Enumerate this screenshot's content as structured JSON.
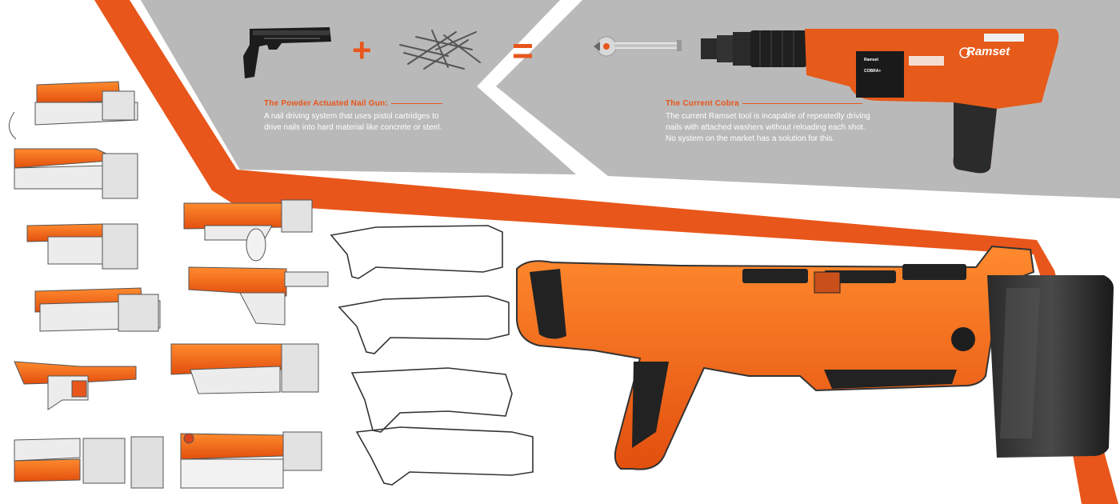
{
  "captions": {
    "powder": {
      "title": "The Powder Actuated Nail Gun:",
      "lines": [
        "A nail driving system that uses pistol cartridges to",
        "drive nails into hard material like concrete or steel."
      ]
    },
    "cobra": {
      "title": "The Current Cobra",
      "lines": [
        "The current Ramset tool is incapable of repeatedly driving",
        "nails with attached washers without reloading each shot.",
        "No system on the market has a solution for this."
      ]
    }
  },
  "equation": {
    "plus": "+",
    "equals": "="
  },
  "product": {
    "brand": "Ramset",
    "label_brand": "Ramset",
    "label_model": "COBRA+"
  },
  "colors": {
    "accent": "#e8561b",
    "panel": "#b9b9b9",
    "dark": "#1e1e1e"
  },
  "icons": [
    "pistol-icon",
    "nails-icon",
    "washer-nail-icon",
    "ramset-cobra-tool-image",
    "sketch-concept"
  ]
}
